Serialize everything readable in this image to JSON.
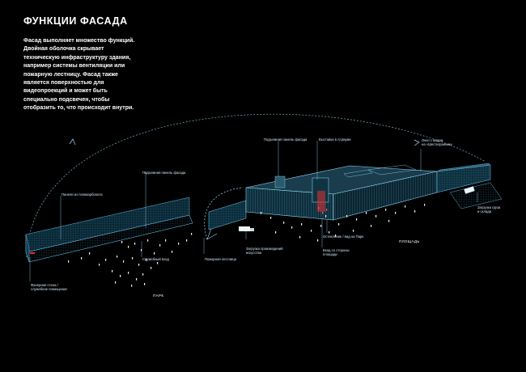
{
  "title": "ФУНКЦИИ ФАСАДА",
  "intro": "Фасад выполняет множество функций. Двойная оболочка скрывает техническую инфраструктуру здания, например системы вентиляции или пожарную лестницу. Фасад также является поверхностью для видеопроекций и может быть специально подсвечен, чтобы отобразить то, что происходит внутри.",
  "labels": {
    "polycarbonate": "Панели из поликарбоната",
    "lift_panel_left": "Подъемная панель фасада",
    "lift_panel_top": "Подъемная панель фасада",
    "exhibition": "Выставка в Атриуме",
    "window": "Окно с видом\nна «Шестигранник»",
    "service_entry": "Служебный вход",
    "fire_stair": "Пожарная лестница",
    "art_loading": "Загрузка произведений\nискусства",
    "glazing": "Остекление / вид на Парк",
    "square_entry": "Вход со стороны\nплощади",
    "storage_loading": "Загрузка груза\nи склада",
    "service_wall": "Фанерная стена /\nслужебное помещение"
  },
  "zones": {
    "park": "ПАРК",
    "square": "ПЛОЩАДЬ"
  },
  "colors": {
    "background": "#000000",
    "line": "#6fd3ff",
    "accent": "#e83030"
  }
}
